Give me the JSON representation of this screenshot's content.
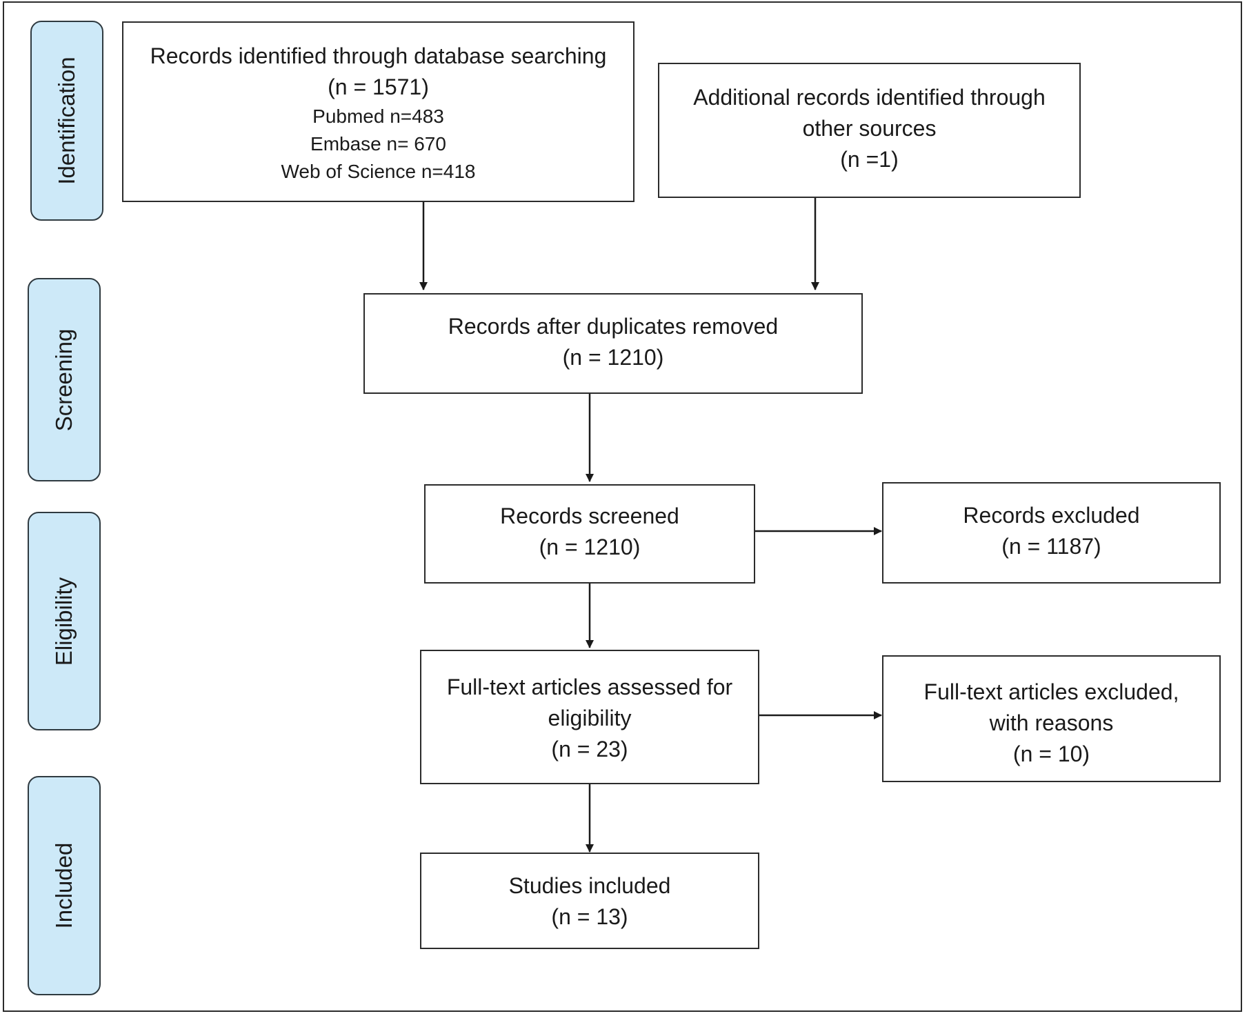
{
  "phases": {
    "identification": "Identification",
    "screening": "Screening",
    "eligibility": "Eligibility",
    "included": "Included"
  },
  "boxes": {
    "database_search": {
      "line1": "Records identified through database searching",
      "line2": "(n = 1571)",
      "line3": "Pubmed n=483",
      "line4": "Embase n= 670",
      "line5": "Web of Science n=418"
    },
    "other_sources": {
      "line1": "Additional records identified through",
      "line2": "other sources",
      "line3": "(n =1)"
    },
    "duplicates_removed": {
      "line1": "Records after duplicates removed",
      "line2": "(n = 1210)"
    },
    "records_screened": {
      "line1": "Records screened",
      "line2": "(n = 1210)"
    },
    "records_excluded": {
      "line1": "Records excluded",
      "line2": "(n = 1187)"
    },
    "fulltext_assessed": {
      "line1": "Full-text articles assessed for",
      "line2": "eligibility",
      "line3": "(n = 23)"
    },
    "fulltext_excluded": {
      "line1": "Full-text articles excluded,",
      "line2": "with reasons",
      "line3": "(n = 10)"
    },
    "studies_included": {
      "line1": "Studies included",
      "line2": "(n = 13)"
    }
  },
  "colors": {
    "phase_fill": "#cde9f8",
    "border": "#2b2b2b"
  }
}
